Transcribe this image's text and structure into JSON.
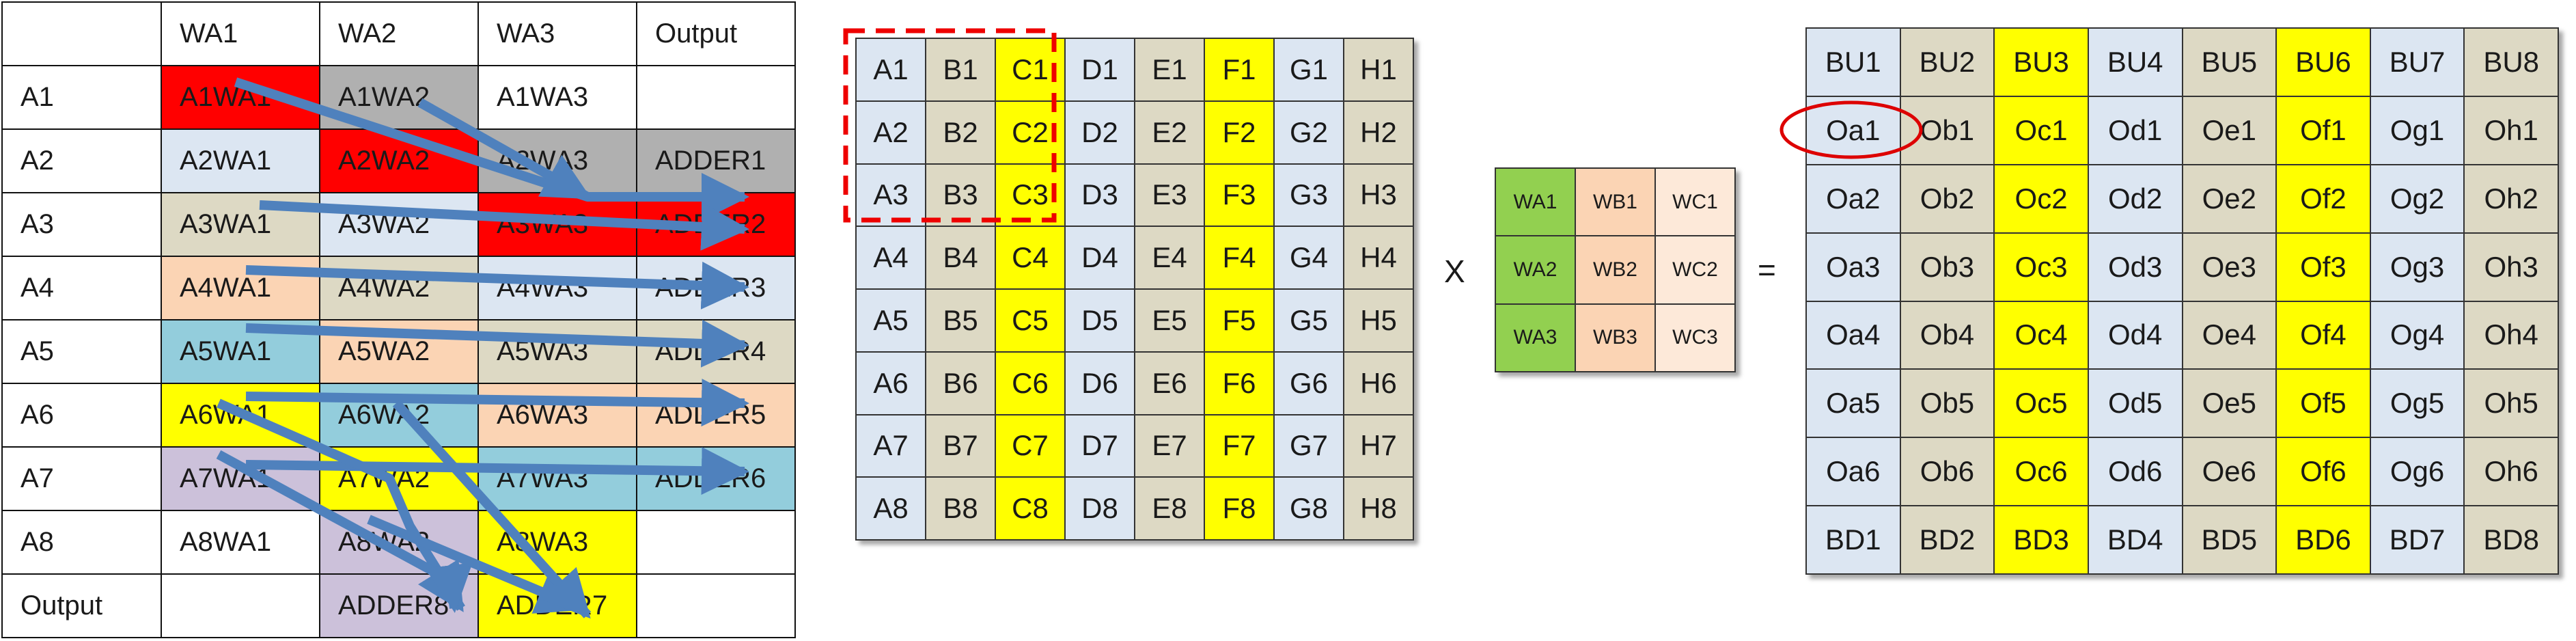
{
  "colors": {
    "red": "#ff0000",
    "gray": "#b0b0b0",
    "lightblue": "#dce6f2",
    "tan": "#ddd9c4",
    "peach": "#fbd4b4",
    "teal": "#93cddc",
    "yellow": "#ffff00",
    "lavender": "#ccc1da",
    "green": "#92d050",
    "lightpeach": "#fde9d9",
    "arrow": "#4f81bd",
    "dash": "#ee0000"
  },
  "schedule": {
    "header": [
      "",
      "WA1",
      "WA2",
      "WA3",
      "Output"
    ],
    "rows": [
      {
        "label": "A1",
        "cells": [
          {
            "t": "A1WA1",
            "c": "red"
          },
          {
            "t": "A1WA2",
            "c": "gray"
          },
          {
            "t": "A1WA3",
            "c": ""
          },
          {
            "t": "",
            "c": ""
          }
        ]
      },
      {
        "label": "A2",
        "cells": [
          {
            "t": "A2WA1",
            "c": "lightblue"
          },
          {
            "t": "A2WA2",
            "c": "red"
          },
          {
            "t": "A2WA3",
            "c": "gray"
          },
          {
            "t": "ADDER1",
            "c": "gray"
          }
        ]
      },
      {
        "label": "A3",
        "cells": [
          {
            "t": "A3WA1",
            "c": "tan"
          },
          {
            "t": "A3WA2",
            "c": "lightblue"
          },
          {
            "t": "A3WA3",
            "c": "red"
          },
          {
            "t": "ADDER2",
            "c": "red"
          }
        ]
      },
      {
        "label": "A4",
        "cells": [
          {
            "t": "A4WA1",
            "c": "peach"
          },
          {
            "t": "A4WA2",
            "c": "tan"
          },
          {
            "t": "A4WA3",
            "c": "lightblue"
          },
          {
            "t": "ADDER3",
            "c": "lightblue"
          }
        ]
      },
      {
        "label": "A5",
        "cells": [
          {
            "t": "A5WA1",
            "c": "teal"
          },
          {
            "t": "A5WA2",
            "c": "peach"
          },
          {
            "t": "A5WA3",
            "c": "tan"
          },
          {
            "t": "ADDER4",
            "c": "tan"
          }
        ]
      },
      {
        "label": "A6",
        "cells": [
          {
            "t": "A6WA1",
            "c": "yellow"
          },
          {
            "t": "A6WA2",
            "c": "teal"
          },
          {
            "t": "A6WA3",
            "c": "peach"
          },
          {
            "t": "ADDER5",
            "c": "peach"
          }
        ]
      },
      {
        "label": "A7",
        "cells": [
          {
            "t": "A7WA1",
            "c": "lavender"
          },
          {
            "t": "A7WA2",
            "c": "yellow"
          },
          {
            "t": "A7WA3",
            "c": "teal"
          },
          {
            "t": "ADDER6",
            "c": "teal"
          }
        ]
      },
      {
        "label": "A8",
        "cells": [
          {
            "t": "A8WA1",
            "c": ""
          },
          {
            "t": "A8WA2",
            "c": "lavender"
          },
          {
            "t": "A8WA3",
            "c": "yellow"
          },
          {
            "t": "",
            "c": ""
          }
        ]
      },
      {
        "label": "Output",
        "cells": [
          {
            "t": "",
            "c": ""
          },
          {
            "t": "ADDER8",
            "c": "lavender"
          },
          {
            "t": "ADDER7",
            "c": "yellow"
          },
          {
            "t": "",
            "c": ""
          }
        ]
      }
    ]
  },
  "input_grid": {
    "col_colors": [
      "lightblue",
      "tan",
      "yellow",
      "lightblue",
      "tan",
      "yellow",
      "lightblue",
      "tan"
    ],
    "rows": [
      [
        "A1",
        "B1",
        "C1",
        "D1",
        "E1",
        "F1",
        "G1",
        "H1"
      ],
      [
        "A2",
        "B2",
        "C2",
        "D2",
        "E2",
        "F2",
        "G2",
        "H2"
      ],
      [
        "A3",
        "B3",
        "C3",
        "D3",
        "E3",
        "F3",
        "G3",
        "H3"
      ],
      [
        "A4",
        "B4",
        "C4",
        "D4",
        "E4",
        "F4",
        "G4",
        "H4"
      ],
      [
        "A5",
        "B5",
        "C5",
        "D5",
        "E5",
        "F5",
        "G5",
        "H5"
      ],
      [
        "A6",
        "B6",
        "C6",
        "D6",
        "E6",
        "F6",
        "G6",
        "H6"
      ],
      [
        "A7",
        "B7",
        "C7",
        "D7",
        "E7",
        "F7",
        "G7",
        "H7"
      ],
      [
        "A8",
        "B8",
        "C8",
        "D8",
        "E8",
        "F8",
        "G8",
        "H8"
      ]
    ]
  },
  "operator_x": "X",
  "operator_eq": "=",
  "weight_grid": {
    "col_colors": [
      "green",
      "peach",
      "lightpeach"
    ],
    "rows": [
      [
        "WA1",
        "WB1",
        "WC1"
      ],
      [
        "WA2",
        "WB2",
        "WC2"
      ],
      [
        "WA3",
        "WB3",
        "WC3"
      ]
    ]
  },
  "output_grid": {
    "col_colors": [
      "lightblue",
      "tan",
      "yellow",
      "lightblue",
      "tan",
      "yellow",
      "lightblue",
      "tan"
    ],
    "rows": [
      [
        "BU1",
        "BU2",
        "BU3",
        "BU4",
        "BU5",
        "BU6",
        "BU7",
        "BU8"
      ],
      [
        "Oa1",
        "Ob1",
        "Oc1",
        "Od1",
        "Oe1",
        "Of1",
        "Og1",
        "Oh1"
      ],
      [
        "Oa2",
        "Ob2",
        "Oc2",
        "Od2",
        "Oe2",
        "Of2",
        "Og2",
        "Oh2"
      ],
      [
        "Oa3",
        "Ob3",
        "Oc3",
        "Od3",
        "Oe3",
        "Of3",
        "Og3",
        "Oh3"
      ],
      [
        "Oa4",
        "Ob4",
        "Oc4",
        "Od4",
        "Oe4",
        "Of4",
        "Og4",
        "Oh4"
      ],
      [
        "Oa5",
        "Ob5",
        "Oc5",
        "Od5",
        "Oe5",
        "Of5",
        "Og5",
        "Oh5"
      ],
      [
        "Oa6",
        "Ob6",
        "Oc6",
        "Od6",
        "Oe6",
        "Of6",
        "Og6",
        "Oh6"
      ],
      [
        "BD1",
        "BD2",
        "BD3",
        "BD4",
        "BD5",
        "BD6",
        "BD7",
        "BD8"
      ]
    ]
  }
}
